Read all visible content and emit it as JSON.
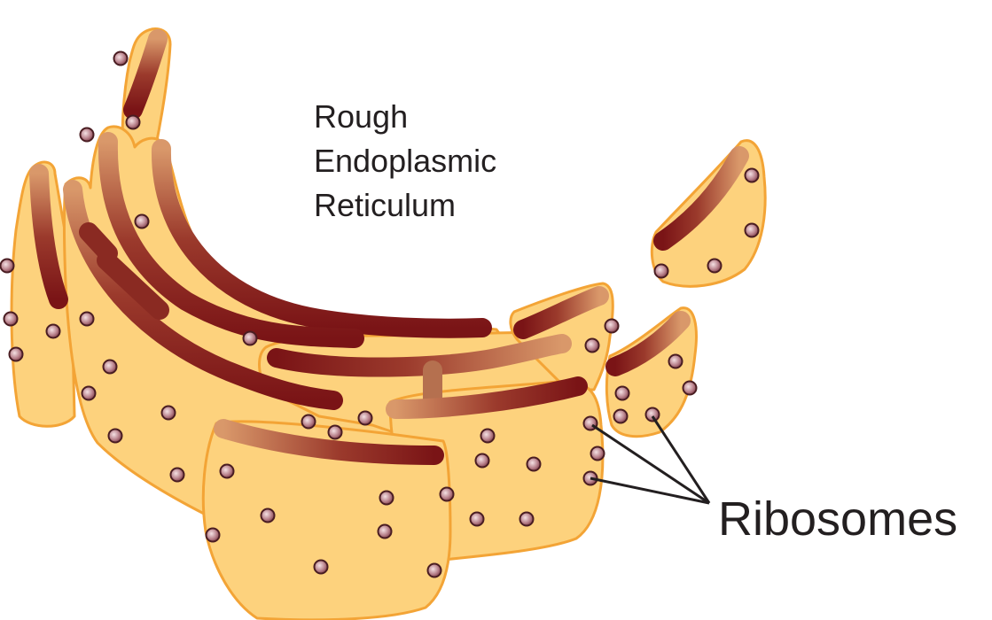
{
  "title_lines": [
    "Rough",
    "Endoplasmic",
    "Reticulum"
  ],
  "label": "Ribosomes",
  "colors": {
    "sac_fill": "#fdd27d",
    "sac_edge": "#f3a436",
    "lumen_dark": "#7a1416",
    "lumen_light": "#d9986a",
    "ribosome_center": "#f4e1e3",
    "ribosome_edge": "#7c3b48",
    "text": "#231f20"
  }
}
